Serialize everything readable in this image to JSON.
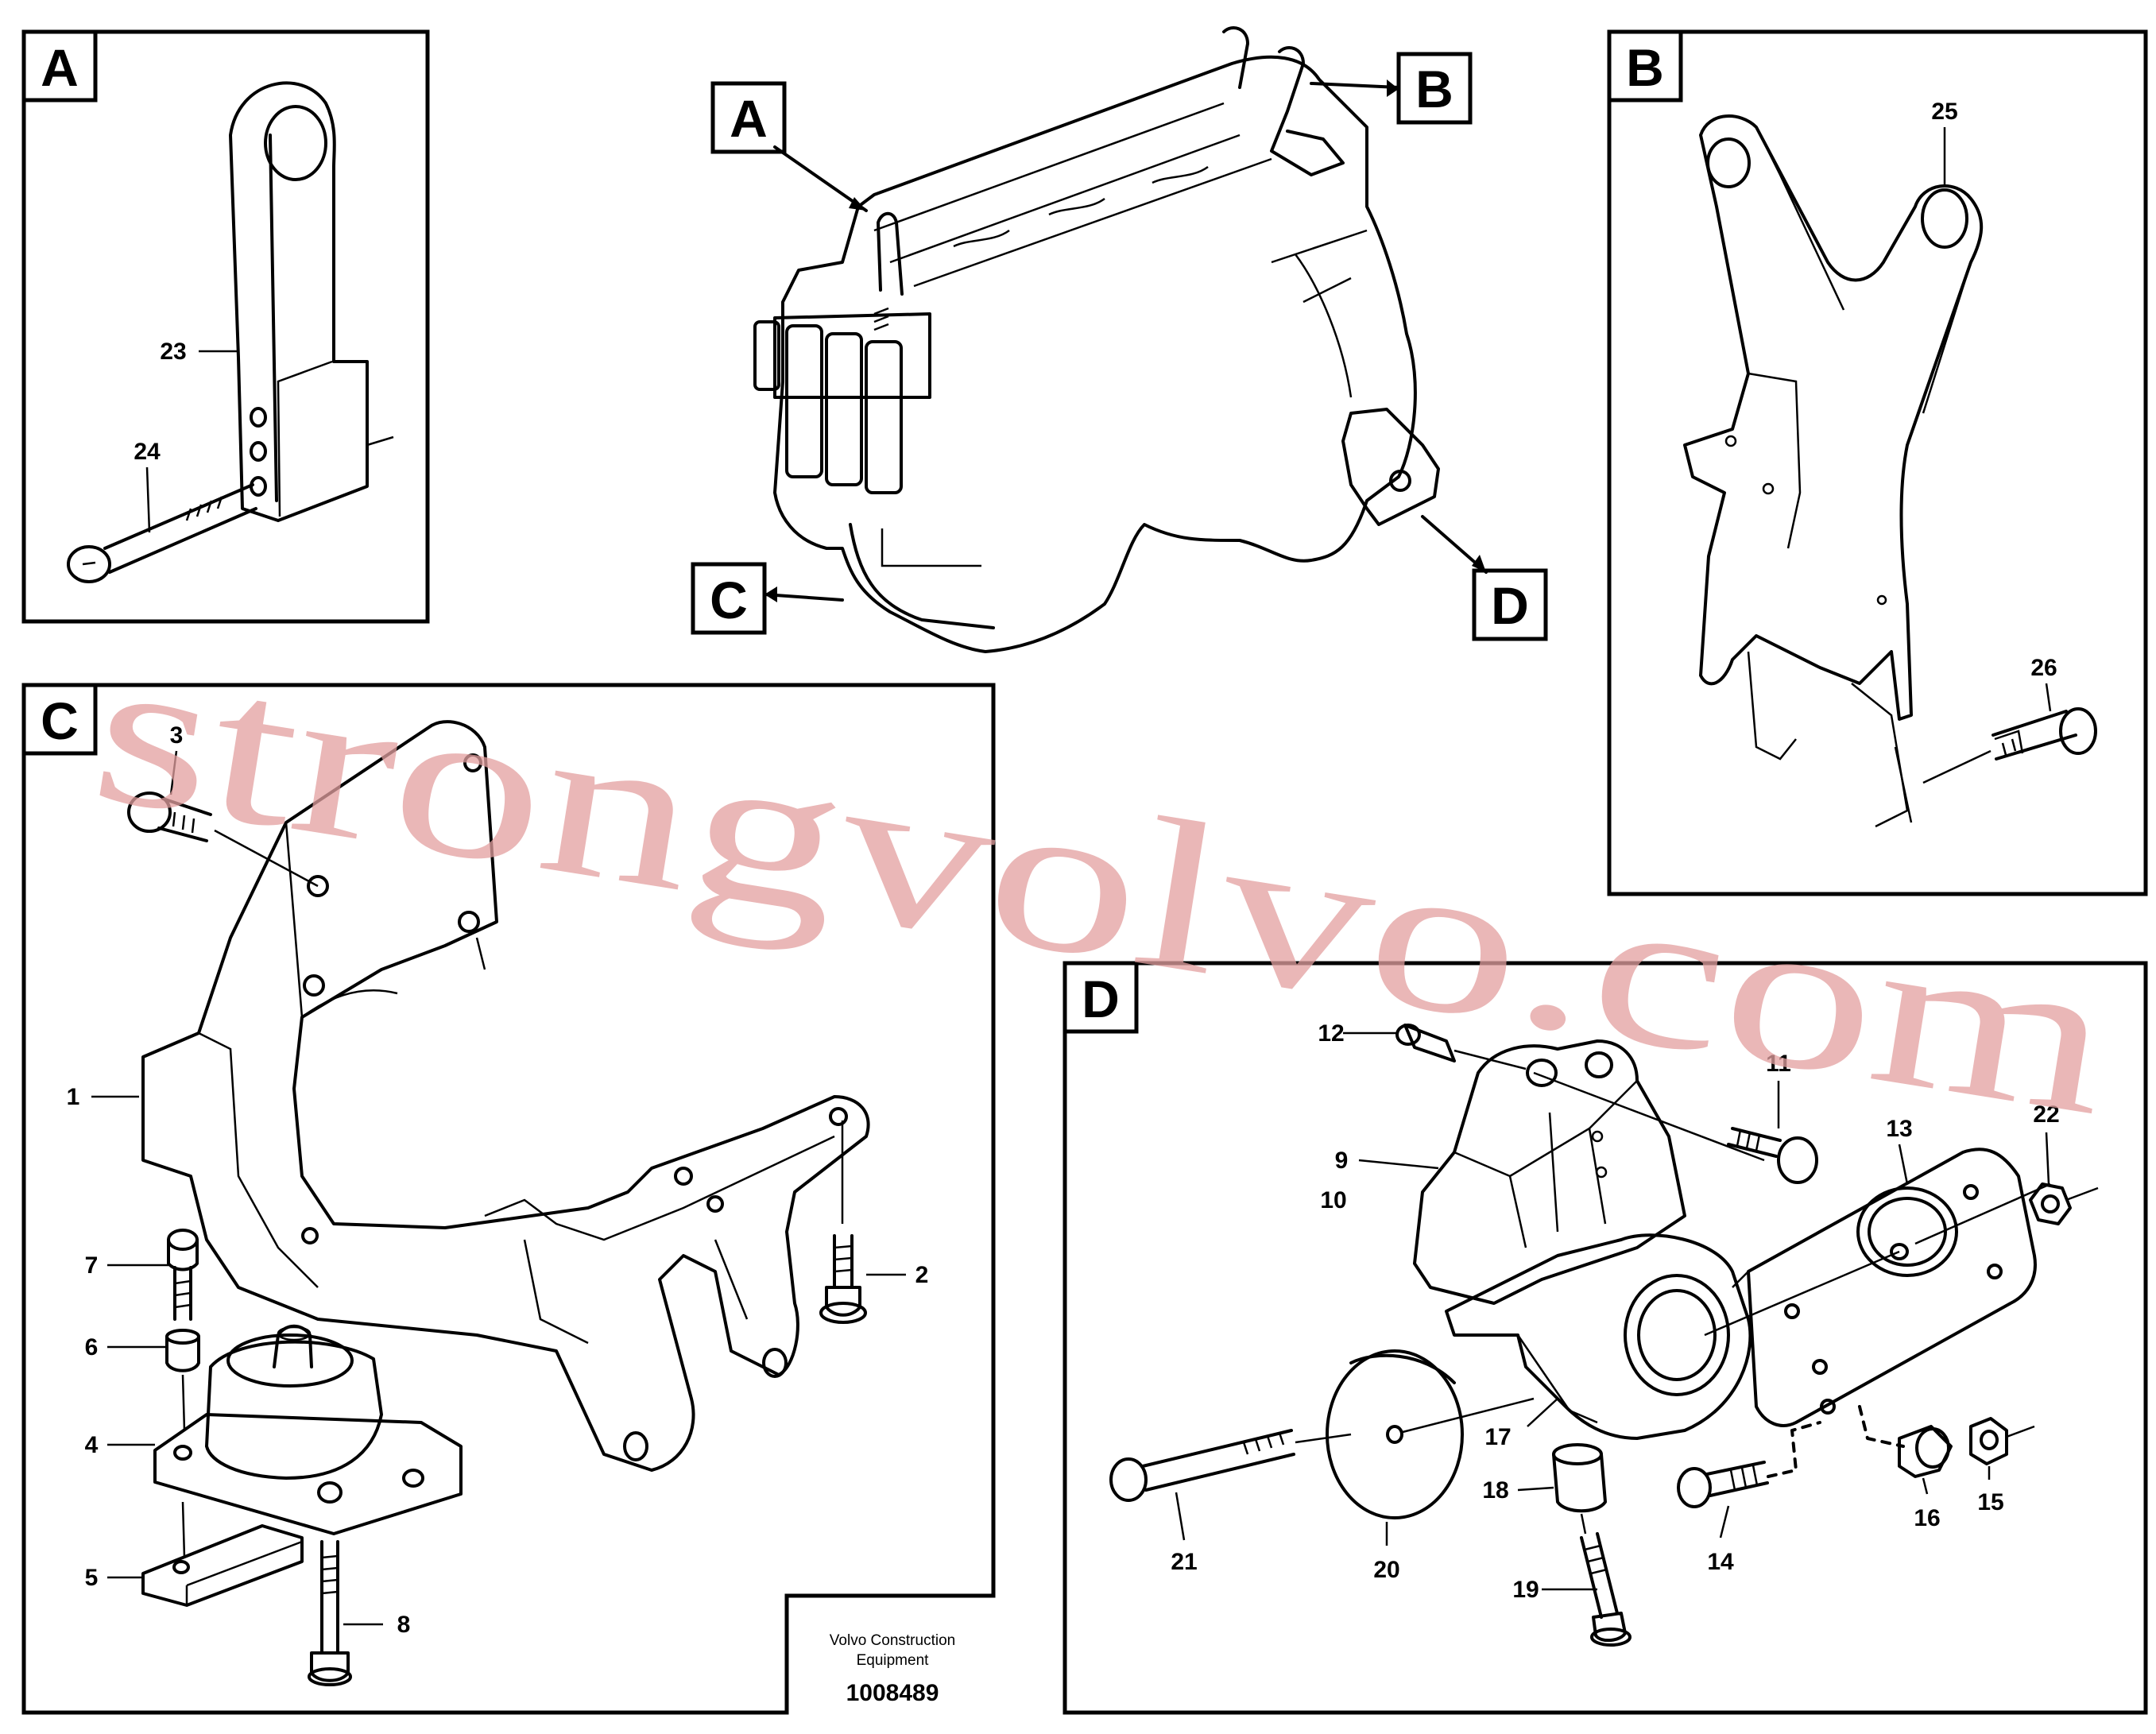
{
  "panels": {
    "a": {
      "tag": "A"
    },
    "b": {
      "tag": "B"
    },
    "c": {
      "tag": "C"
    },
    "d": {
      "tag": "D"
    }
  },
  "overview": {
    "callouts": [
      "A",
      "B",
      "C",
      "D"
    ]
  },
  "parts": {
    "p1": "1",
    "p2": "2",
    "p3": "3",
    "p4": "4",
    "p5": "5",
    "p6": "6",
    "p7": "7",
    "p8": "8",
    "p9": "9",
    "p10": "10",
    "p11": "11",
    "p12": "12",
    "p13": "13",
    "p14": "14",
    "p15": "15",
    "p16": "16",
    "p17": "17",
    "p18": "18",
    "p19": "19",
    "p20": "20",
    "p21": "21",
    "p22": "22",
    "p23": "23",
    "p24": "24",
    "p25": "25",
    "p26": "26"
  },
  "footer": {
    "company_line1": "Volvo Construction",
    "company_line2": "Equipment",
    "drawing_number": "1008489"
  },
  "watermark": "strongvolvo.com"
}
